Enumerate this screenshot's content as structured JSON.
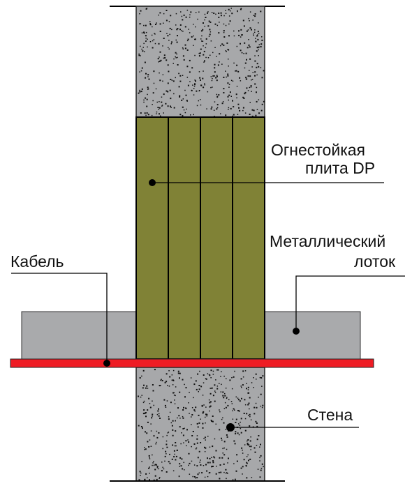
{
  "labels": {
    "fire_board_line1": "Огнестойкая",
    "fire_board_line2": "плита DP",
    "tray_line1": "Металлический",
    "tray_line2": "лоток",
    "cable": "Кабель",
    "wall": "Стена"
  },
  "colors": {
    "concrete": "#a7a8aa",
    "board": "#808236",
    "tray": "#a9aaac",
    "cable": "#ee1c24",
    "line": "#000000"
  }
}
